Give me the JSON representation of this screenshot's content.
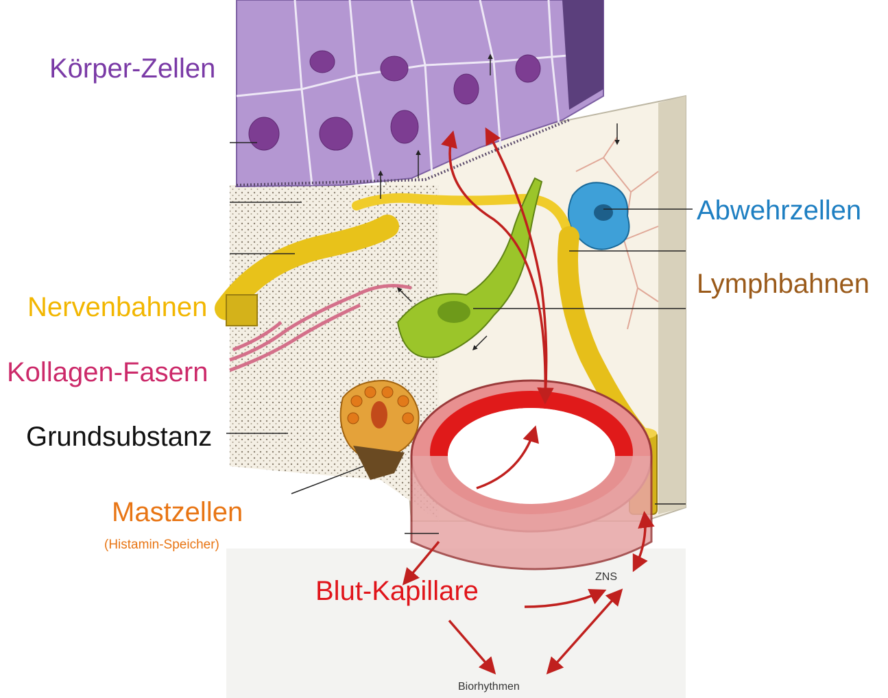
{
  "labels": {
    "koerper_zellen": "Körper-Zellen",
    "abwehrzellen": "Abwehrzellen",
    "lymphbahnen": "Lymphbahnen",
    "nervenbahnen": "Nervenbahnen",
    "kollagen_fasern": "Kollagen-Fasern",
    "grundsubstanz": "Grundsubstanz",
    "mastzellen": "Mastzellen",
    "mastzellen_sub": "(Histamin-Speicher)",
    "blut_kapillare": "Blut-Kapillare",
    "zns": "ZNS",
    "biorhythmen": "Biorhythmen"
  },
  "colors": {
    "koerper_zellen": "#7a3aa6",
    "abwehrzellen": "#1e7fc2",
    "lymphbahnen": "#9a5a1a",
    "nervenbahnen": "#f2b600",
    "kollagen_fasern": "#cc2a6a",
    "grundsubstanz": "#111111",
    "mastzellen": "#e87514",
    "blut_kapillare": "#e0141a",
    "arrows": "#c0201e"
  }
}
